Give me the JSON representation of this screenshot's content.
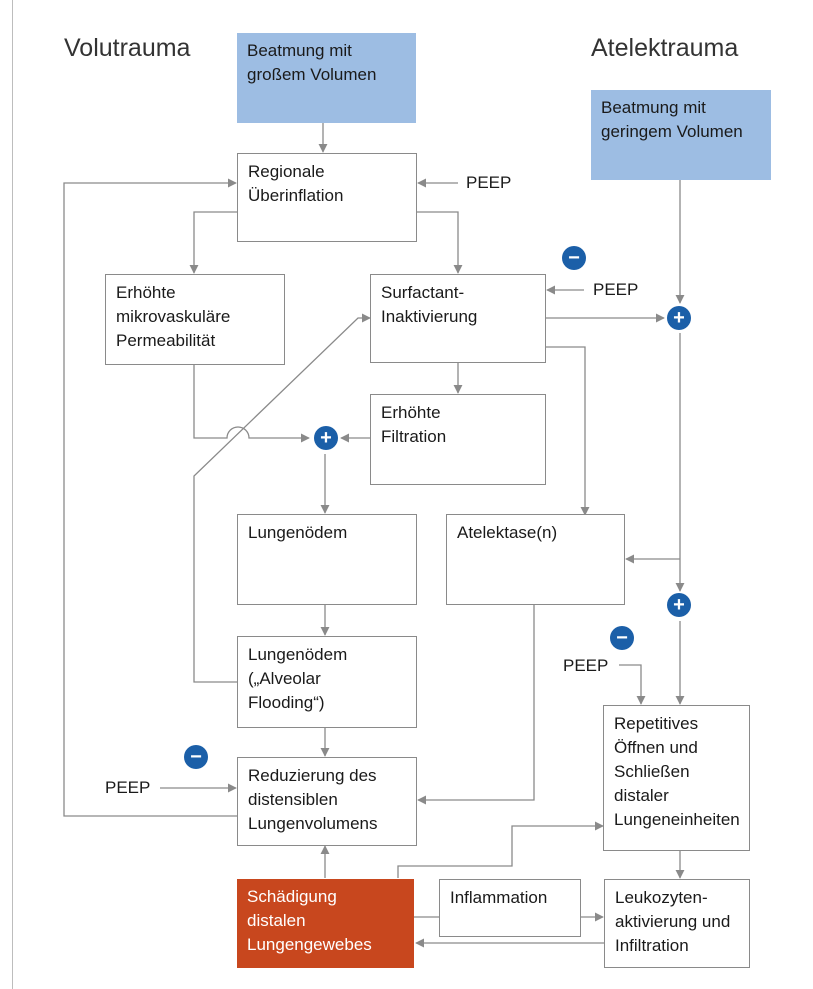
{
  "headings": {
    "left": "Volutrauma",
    "right": "Atelektrauma"
  },
  "boxes": {
    "high_volume": "Beatmung mit\ngroßem Volumen",
    "low_volume": "Beatmung mit\ngeringem Volumen",
    "regional": "Regionale\nÜberinflation",
    "permeability": "Erhöhte\nmikrovaskuläre\nPermeabilität",
    "surfactant": "Surfactant-\nInaktivierung",
    "filtration": "Erhöhte\nFiltration",
    "edema": "Lungenödem",
    "atelectasis": "Atelektase(n)",
    "flooding": "Lungenödem\n(„Alveolar\nFlooding“)",
    "reduction": "Reduzierung des\ndistensiblen\nLungenvolumens",
    "repetitive": "Repetitives\nÖffnen und\nSchließen\ndistaler\nLungeneinheiten",
    "damage": "Schädigung\ndistalen\nLungengewebes",
    "inflammation": "Inflammation",
    "leukocyte": "Leukozyten-\naktivierung und\nInfiltration"
  },
  "peep": {
    "regional": "PEEP",
    "surfactant": "PEEP",
    "repetitive": "PEEP",
    "reduction": "PEEP"
  },
  "signs": {
    "plus": "+",
    "minus": "−"
  },
  "colors": {
    "blue_box": "#9dbde3",
    "red_box": "#c8471e",
    "sign": "#1b5fa8",
    "line": "#8a8a8a"
  }
}
